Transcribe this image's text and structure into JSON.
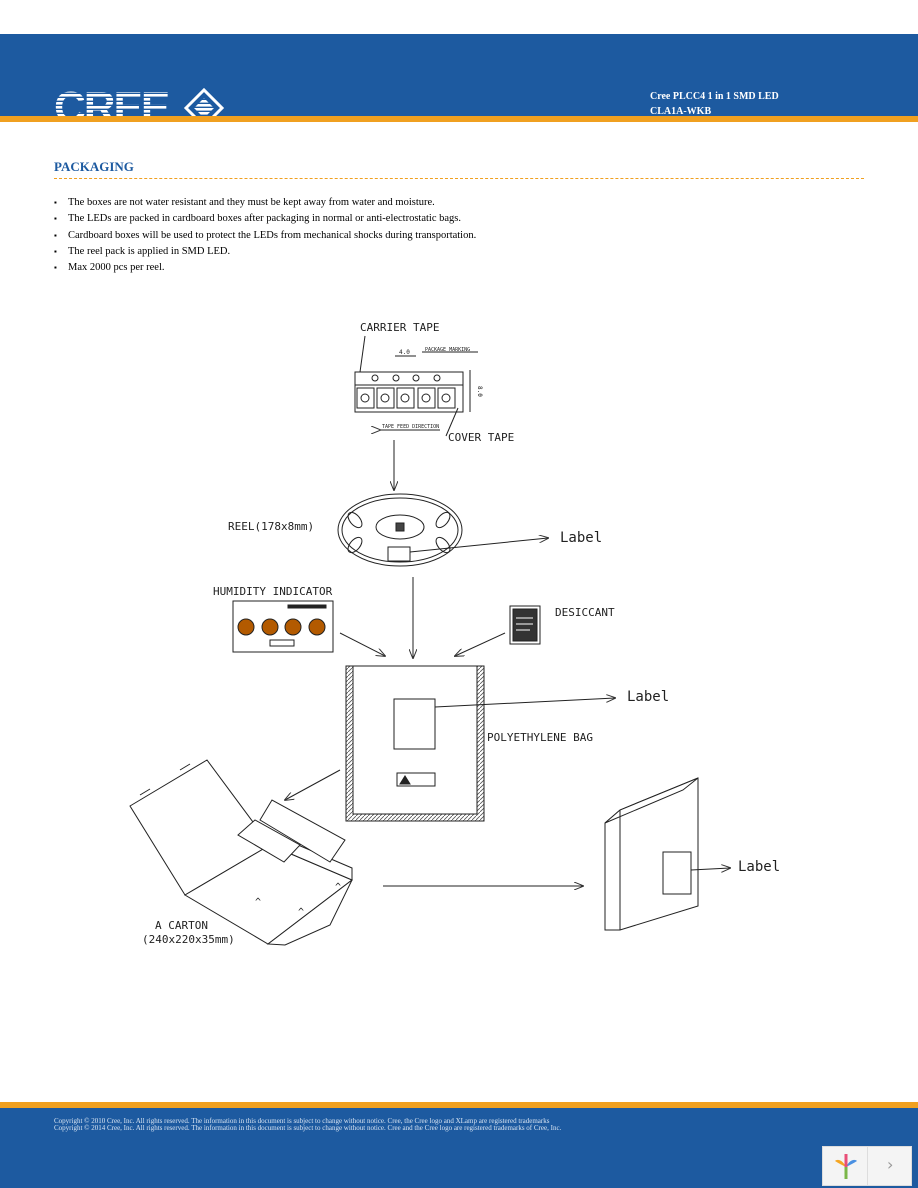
{
  "header": {
    "brand": "CREE",
    "product_line1": "Cree PLCC4 1 in 1 SMD LED",
    "product_line2": "CLA1A-WKB"
  },
  "section_title": "PACKAGING",
  "bullets": [
    "The boxes are not water resistant and they must be kept away from water and moisture.",
    "The LEDs are packed in cardboard boxes after packaging in normal or anti-electrostatic bags.",
    "Cardboard boxes will be used to protect the LEDs from mechanical shocks during transportation.",
    "The reel pack is applied in SMD LED.",
    "Max 2000 pcs per reel."
  ],
  "diagram": {
    "carrier_tape": "CARRIER TAPE",
    "package_marking": "PACKAGE MARKING",
    "tape_feed": "TAPE FEED DIRECTION",
    "cover_tape": "COVER TAPE",
    "dim_pitch": "4.0",
    "dim_width": "8.0",
    "reel": "REEL(178x8mm)",
    "label_reel": "Label",
    "humidity": "HUMIDITY INDICATOR",
    "desiccant": "DESICCANT",
    "label_bag": "Label",
    "bag": "POLYETHYLENE BAG",
    "carton": "A CARTON",
    "carton_size": "(240x220x35mm)",
    "label_carton": "Label"
  },
  "footer": {
    "copyright_1": "Copyright © 2010 Cree, Inc. All rights reserved. The information in this document is subject to change without notice. Cree, the Cree logo and XLamp are registered trademarks",
    "copyright_2": "Copyright © 2014 Cree, Inc. All rights reserved. The information in this document is subject to change without notice. Cree and the Cree logo are registered trademarks of Cree, Inc."
  },
  "icons": {
    "next": "chevron-right-icon",
    "app": "app-logo-icon"
  },
  "colors": {
    "header_blue": "#1d5aa0",
    "accent_orange": "#f0a020"
  }
}
